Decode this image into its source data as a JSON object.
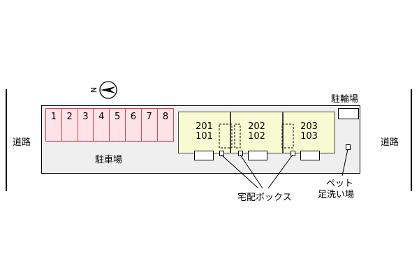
{
  "roads": {
    "left_label": "道路",
    "right_label": "道路"
  },
  "parking": {
    "label": "駐車場",
    "spaces": [
      "1",
      "2",
      "3",
      "4",
      "5",
      "6",
      "7",
      "8"
    ]
  },
  "buildings": [
    {
      "upper": "201",
      "lower": "101"
    },
    {
      "upper": "202",
      "lower": "102"
    },
    {
      "upper": "203",
      "lower": "103"
    }
  ],
  "bicycle_parking": "駐輪場",
  "delivery_box": "宅配ボックス",
  "pet_wash": {
    "line1": "ペット",
    "line2": "足洗い場"
  },
  "north_symbol": {
    "letter": "N"
  },
  "colors": {
    "parking_fill": "#fbe3e8",
    "parking_line": "#e0404a",
    "building_fill": "#fafad2",
    "site_fill": "#efefef"
  },
  "icons": [
    "compass-north-icon"
  ]
}
